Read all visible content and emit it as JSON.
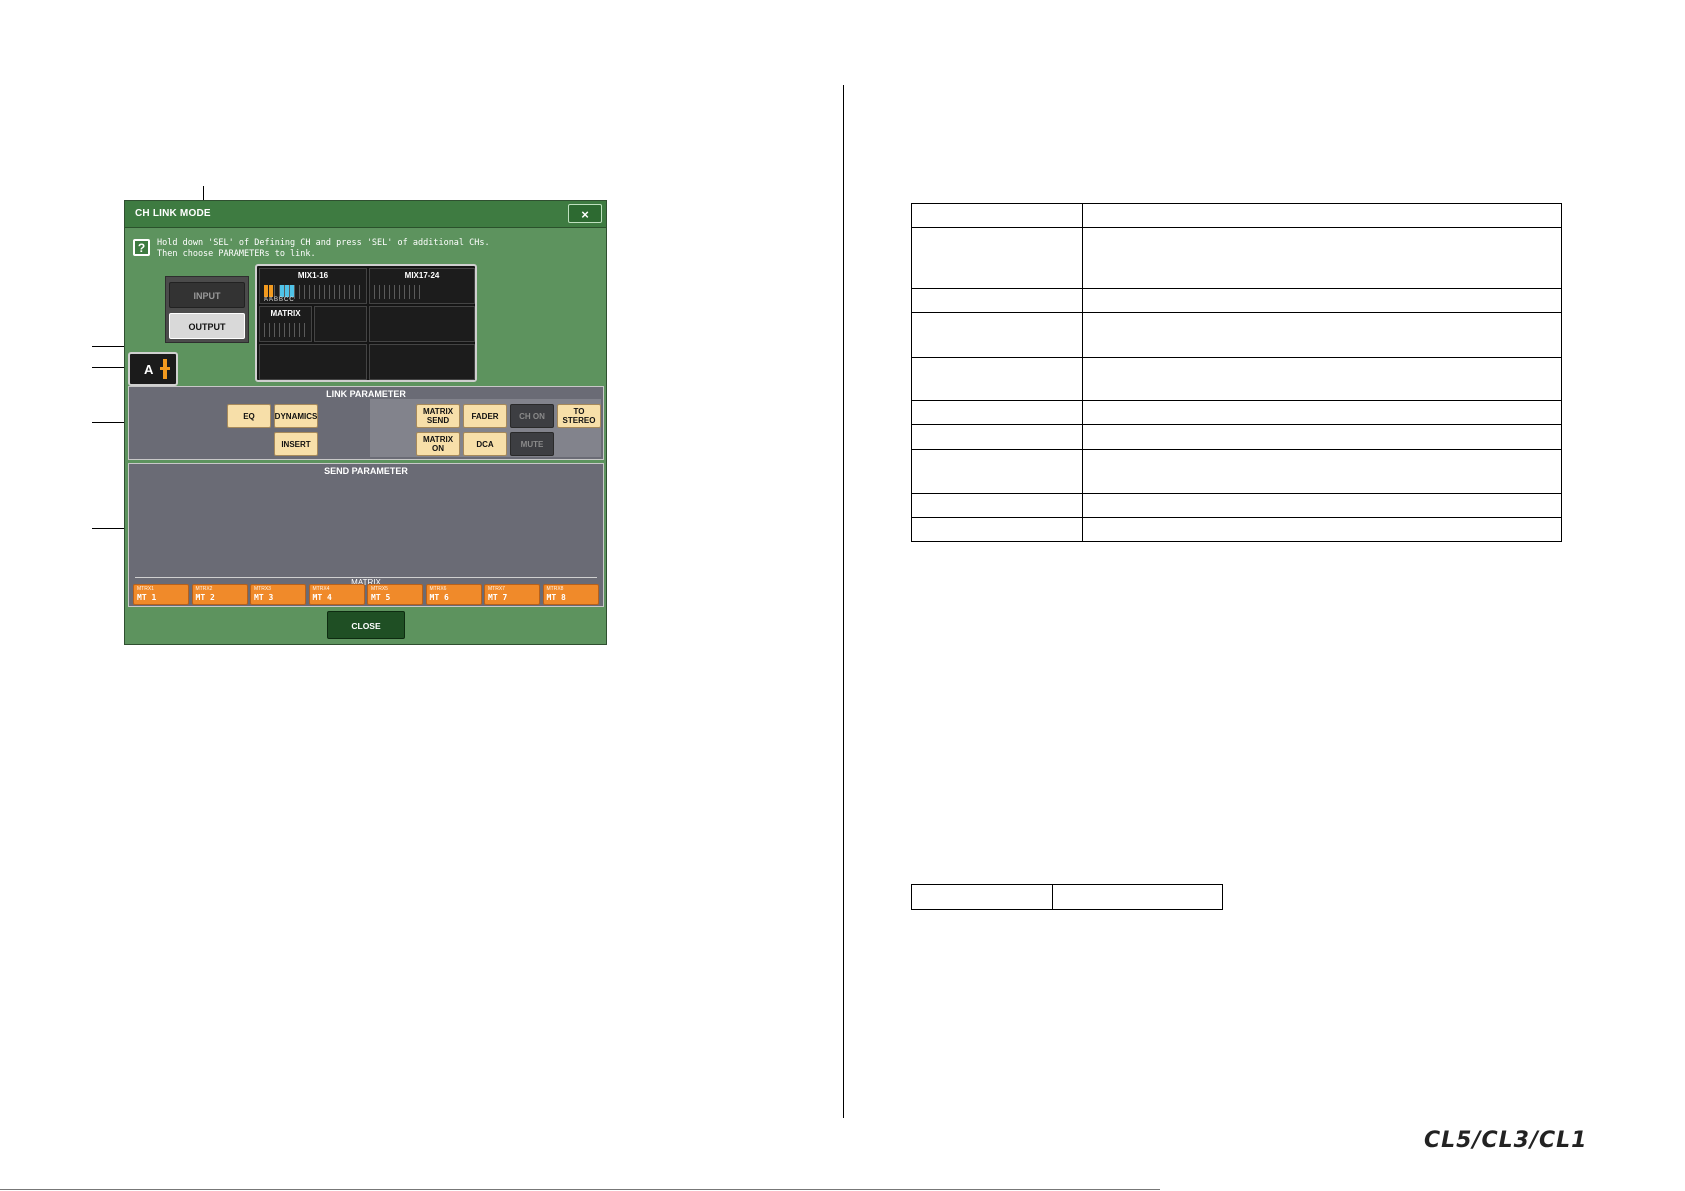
{
  "window": {
    "title": "CH LINK MODE",
    "close_symbol": "×",
    "help_symbol": "?",
    "instructions": "Hold down 'SEL' of Defining CH and press 'SEL' of additional CHs.\nThen choose PARAMETERs to link.",
    "mode_buttons": {
      "input": "INPUT",
      "output": "OUTPUT",
      "selected": "OUTPUT"
    },
    "groups": {
      "mix1_16": "MIX1-16",
      "mix17_24": "MIX17-24",
      "matrix": "MATRIX",
      "link_letters": "AABBCC"
    },
    "link_group_badge": "A",
    "link_parameter": {
      "title": "LINK PARAMETER",
      "eq": "EQ",
      "dynamics": "DYNAMICS",
      "insert": "INSERT",
      "matrix_send": "MATRIX SEND",
      "fader": "FADER",
      "ch_on": "CH ON",
      "to_stereo": "TO STEREO",
      "matrix_on": "MATRIX ON",
      "dca": "DCA",
      "mute": "MUTE"
    },
    "send_parameter": {
      "title": "SEND PARAMETER",
      "matrix_label": "MATRIX",
      "matrix_buttons": [
        {
          "name": "MTRX1",
          "label": "MT 1"
        },
        {
          "name": "MTRX2",
          "label": "MT 2"
        },
        {
          "name": "MTRX3",
          "label": "MT 3"
        },
        {
          "name": "MTRX4",
          "label": "MT 4"
        },
        {
          "name": "MTRX5",
          "label": "MT 5"
        },
        {
          "name": "MTRX6",
          "label": "MT 6"
        },
        {
          "name": "MTRX7",
          "label": "MT 7"
        },
        {
          "name": "MTRX8",
          "label": "MT 8"
        }
      ]
    },
    "close_button": "CLOSE"
  },
  "colors": {
    "window_green": "#5d935e",
    "title_green": "#3e7b41",
    "active_param": "#f7dfa9",
    "matrix_orange": "#f08a2a",
    "link_orange": "#f29a1f",
    "link_cyan": "#4fc3e8"
  },
  "logo": "CL5/CL3/CL1"
}
